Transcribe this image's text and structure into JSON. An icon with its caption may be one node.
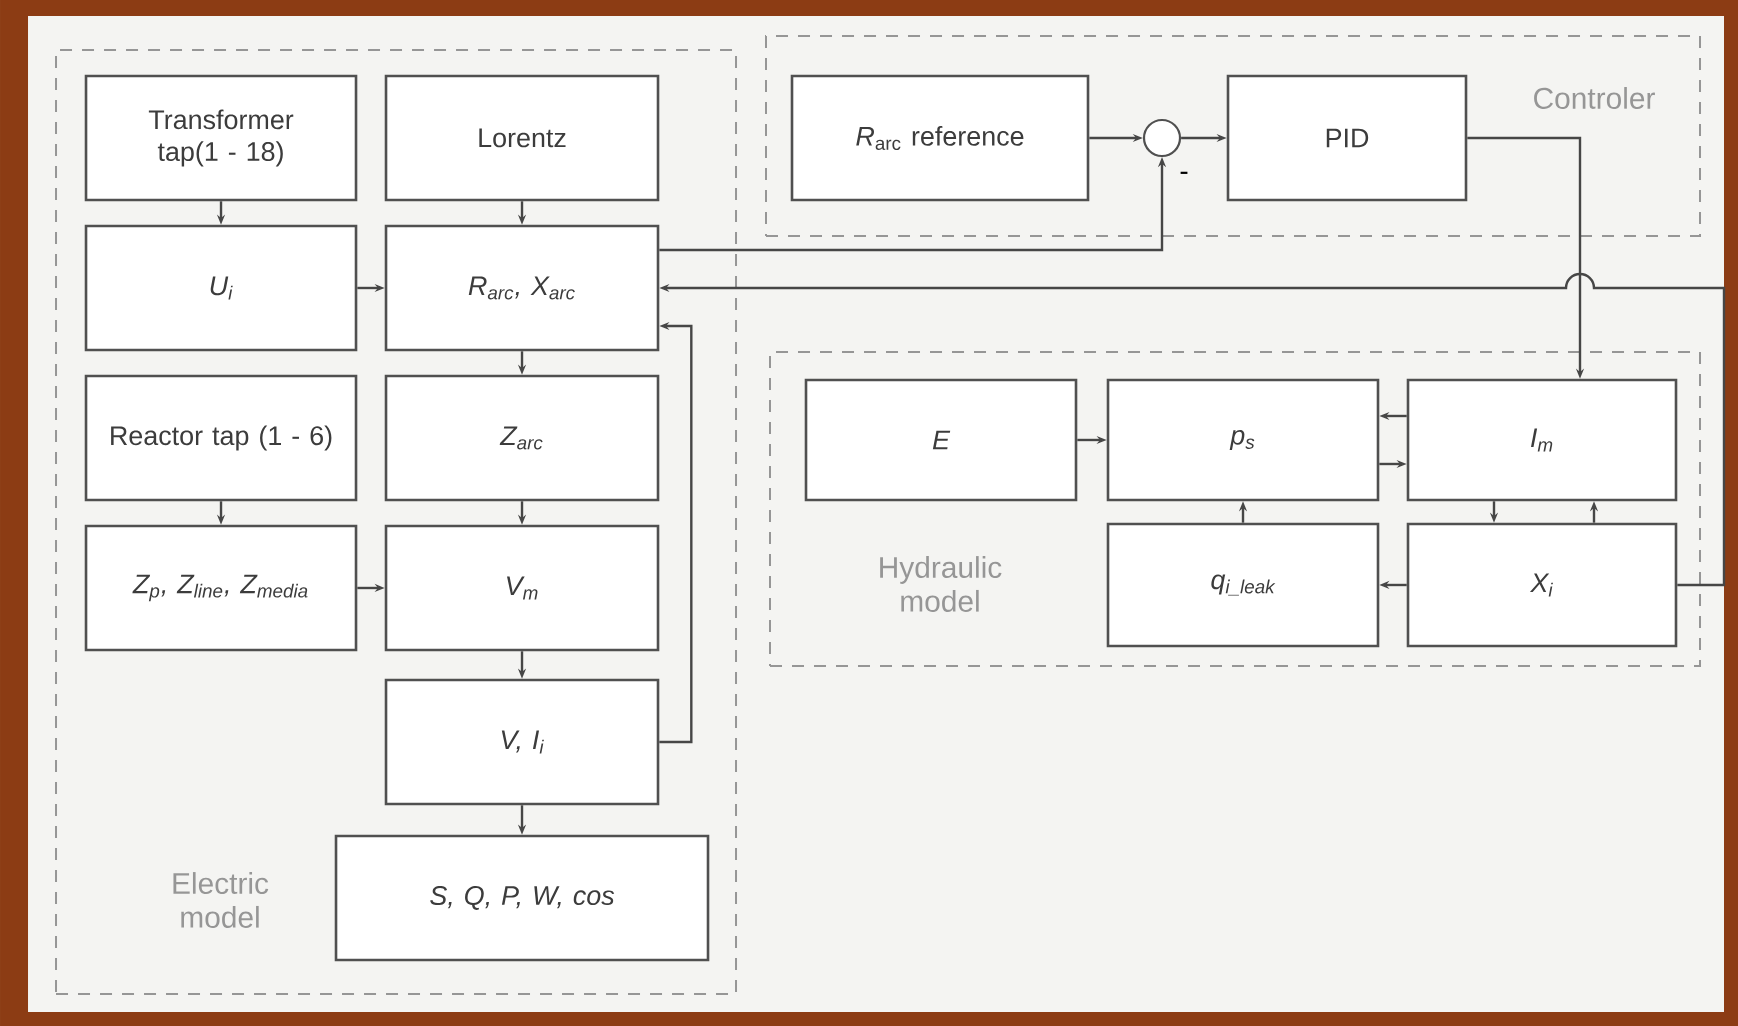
{
  "diagram": {
    "nodes": [
      {
        "text": [
          "Electric model"
        ]
      },
      {
        "text": [
          "Transformer tap(1 - 18)"
        ],
        "in": 0
      },
      {
        "text": [
          "Lorentz"
        ],
        "in": 0
      },
      {
        "text": [
          "U$_{i}$"
        ],
        "in": 0
      },
      {
        "text": [
          "R$_{arc}$, X$_{arc}$"
        ],
        "in": 0
      },
      {
        "text": [
          "Reactor tap (1 - 6)"
        ],
        "in": 0
      },
      {
        "text": [
          "Z$_{arc}$"
        ],
        "in": 0
      },
      {
        "text": [
          "Z$_{p}$, Z$_{line}$, Z$_{media}$"
        ],
        "in": 0
      },
      {
        "text": [
          "V$_{m}$"
        ],
        "in": 0
      },
      {
        "text": [
          "V, I$_{i}$"
        ],
        "in": 0
      },
      {
        "text": [
          "S, Q, P, W, cos"
        ],
        "in": 0
      },
      {
        "text": [
          "Controler"
        ]
      },
      {
        "text": [
          "*R*$_{arc}$ reference"
        ],
        "in": 11
      },
      {
        "text": [],
        "shape": "circle",
        "in": 11
      },
      {
        "text": [
          "PID"
        ],
        "in": 11
      },
      {
        "text": [
          "Hydraulic model"
        ]
      },
      {
        "text": [
          "E"
        ],
        "in": 15
      },
      {
        "text": [
          "p$_{s}$"
        ],
        "in": 15
      },
      {
        "text": [
          "I$_{m}$"
        ],
        "in": 15
      },
      {
        "text": [
          "q$_{i_leak}$"
        ],
        "in": 15
      },
      {
        "text": [
          "X$_{i}$"
        ],
        "in": 15
      }
    ],
    "edges": [
      {
        "from": 1,
        "to": 3,
        "arrow": "to"
      },
      {
        "from": 2,
        "to": 4,
        "arrow": "to"
      },
      {
        "from": 3,
        "to": 4,
        "arrow": "to"
      },
      {
        "from": 4,
        "to": 6,
        "arrow": "to"
      },
      {
        "from": 5,
        "to": 7,
        "arrow": "to"
      },
      {
        "from": 6,
        "to": 8,
        "arrow": "to"
      },
      {
        "from": 7,
        "to": 8,
        "arrow": "to"
      },
      {
        "from": 8,
        "to": 9,
        "arrow": "to"
      },
      {
        "from": 9,
        "to": 10,
        "arrow": "to"
      },
      {
        "from": 9,
        "to": 4,
        "arrow": "to"
      },
      {
        "from": 12,
        "to": 13,
        "arrow": "to"
      },
      {
        "from": 13,
        "to": 14,
        "arrow": "to"
      },
      {
        "from": 4,
        "to": 13,
        "arrow": "to",
        "label": "-"
      },
      {
        "from": 14,
        "to": 18,
        "arrow": "to"
      },
      {
        "from": 20,
        "to": 4,
        "arrow": "to"
      },
      {
        "from": 16,
        "to": 17,
        "arrow": "to"
      },
      {
        "from": 18,
        "to": 17,
        "arrow": "to"
      },
      {
        "from": 17,
        "to": 18,
        "arrow": "to"
      },
      {
        "from": 19,
        "to": 17,
        "arrow": "to"
      },
      {
        "from": 18,
        "to": 20,
        "arrow": "to"
      },
      {
        "from": 20,
        "to": 18,
        "arrow": "to"
      },
      {
        "from": 20,
        "to": 19,
        "arrow": "to"
      }
    ]
  }
}
